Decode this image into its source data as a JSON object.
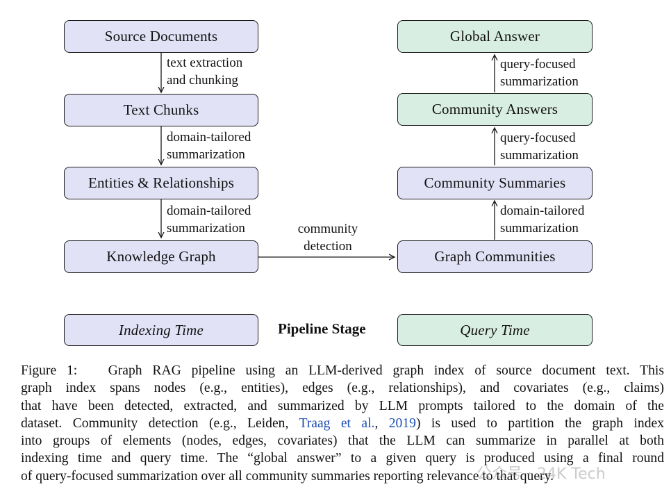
{
  "left_column": {
    "source_documents": "Source Documents",
    "text_chunks": "Text Chunks",
    "entities_relationships": "Entities & Relationships",
    "knowledge_graph": "Knowledge Graph",
    "edge1": [
      "text extraction",
      "and chunking"
    ],
    "edge2": [
      "domain-tailored",
      "summarization"
    ],
    "edge3": [
      "domain-tailored",
      "summarization"
    ]
  },
  "right_column": {
    "global_answer": "Global Answer",
    "community_answers": "Community Answers",
    "community_summaries": "Community Summaries",
    "graph_communities": "Graph Communities",
    "edge1": [
      "query-focused",
      "summarization"
    ],
    "edge2": [
      "query-focused",
      "summarization"
    ],
    "edge3": [
      "domain-tailored",
      "summarization"
    ]
  },
  "cross_edge": [
    "community",
    "detection"
  ],
  "legend": {
    "indexing_time": "Indexing Time",
    "pipeline_stage": "Pipeline Stage",
    "query_time": "Query Time"
  },
  "caption": {
    "line1": "Figure 1:   Graph RAG pipeline using an LLM-derived graph index of source document text. This",
    "line2": "graph index spans nodes (e.g., entities), edges (e.g., relationships), and covariates (e.g., claims)",
    "line3": "that have been detected, extracted, and summarized by LLM prompts tailored to the domain of the",
    "line4_pre": "dataset. Community detection (e.g., Leiden, ",
    "line4_cite": "Traag et al.",
    "line4_sep": ", ",
    "line4_year": "2019",
    "line4_post": ") is used to partition the graph index",
    "line5": "into groups of elements (nodes, edges, covariates) that the LLM can summarize in parallel at both",
    "line6": "indexing time and query time. The “global answer” to a given query is produced using a final round",
    "line7": "of query-focused summarization over all community summaries reporting relevance to that query."
  },
  "watermark": "公众号 · 24K Tech",
  "colors": {
    "indexing_fill": "#e2e2f7",
    "query_fill": "#d9eee2",
    "citation": "#1f4fb3"
  }
}
